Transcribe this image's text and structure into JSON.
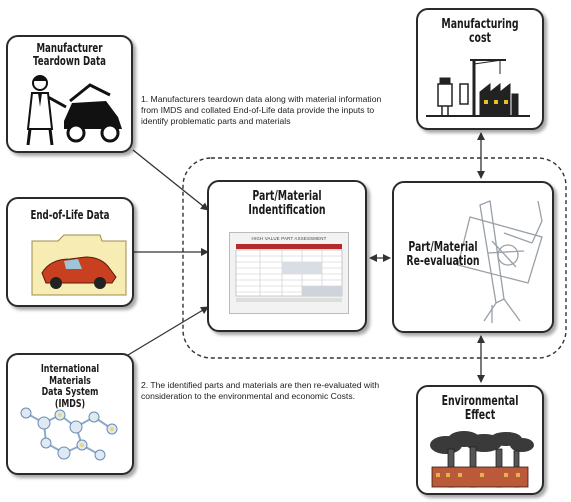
{
  "boxes": {
    "manufacturer_teardown": "Manufacturer\nTeardown Data",
    "end_of_life": "End-of-Life Data",
    "imds": "International Materials\nData System (IMDS)",
    "part_identification": "Part/Material\nIndentification",
    "part_reevaluation": "Part/Material\nRe-evaluation",
    "manufacturing_cost": "Manufacturing\ncost",
    "environmental_effect": "Environmental\nEffect"
  },
  "notes": {
    "note1": "1. Manufacturers teardown data along with material information from IMDS and collated End-of-Life data provide the inputs to identify problematic parts and materials",
    "note2": "2. The identified parts and materials are then re-evaluated with consideration to the environmental and economic Costs."
  },
  "thumbnail": {
    "title": "HIGH VALUE PART ASSESSMENT"
  },
  "colors": {
    "border": "#2a2a2a",
    "arrow": "#333333",
    "folder": "#f7ecb4",
    "car": "#c8401f",
    "smoke": "#333333"
  }
}
